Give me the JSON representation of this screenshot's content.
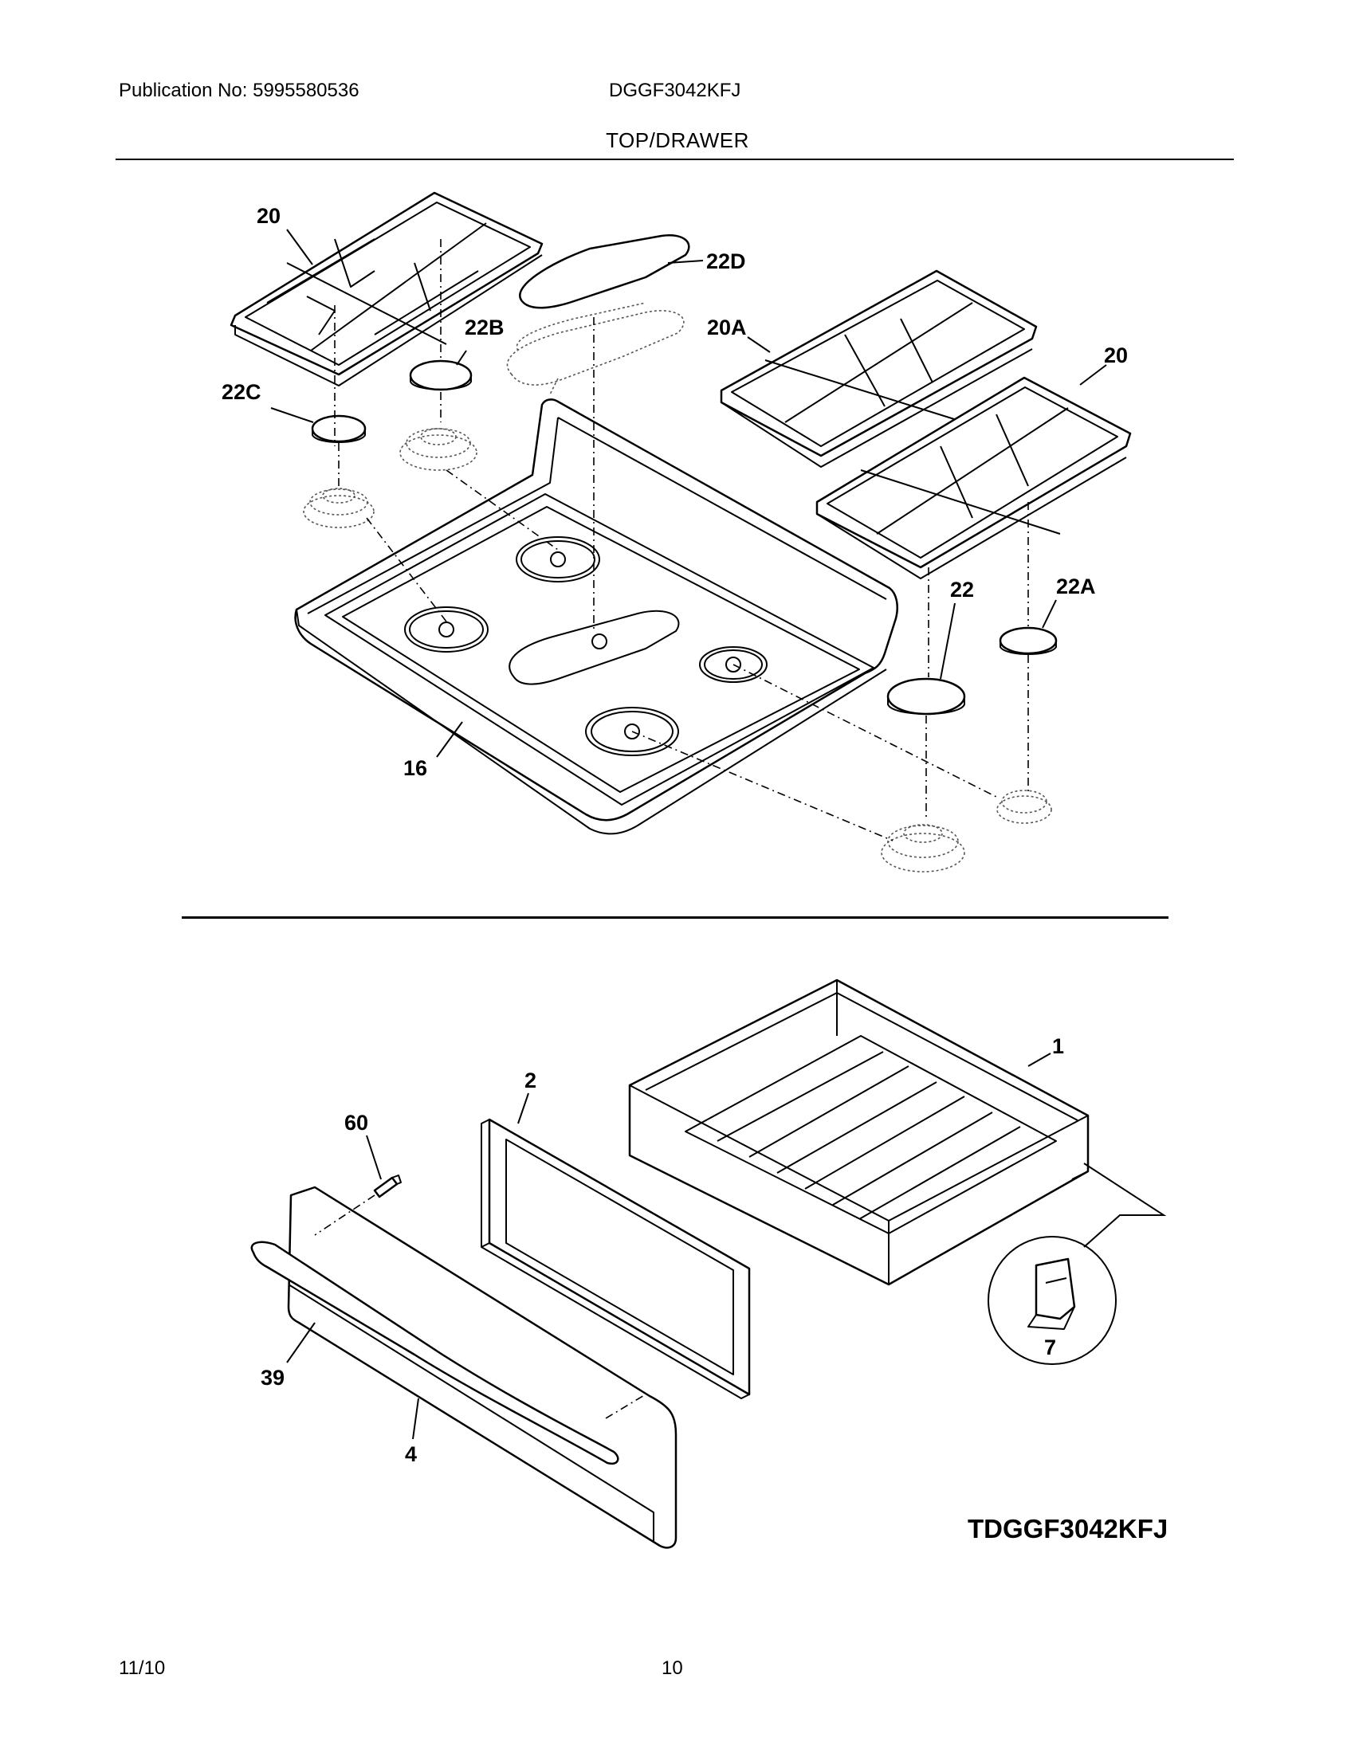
{
  "header": {
    "publication": "Publication No: 5995580536",
    "model": "DGGF3042KFJ",
    "section_title": "TOP/DRAWER"
  },
  "callouts": {
    "c20_left": "20",
    "c22D": "22D",
    "c22B": "22B",
    "c20A": "20A",
    "c20_right": "20",
    "c22C": "22C",
    "c22": "22",
    "c22A": "22A",
    "c16": "16",
    "c1": "1",
    "c2": "2",
    "c60": "60",
    "c39": "39",
    "c4": "4",
    "c7": "7"
  },
  "diagram_id": "TDGGF3042KFJ",
  "footer": {
    "date": "11/10",
    "page": "10"
  }
}
